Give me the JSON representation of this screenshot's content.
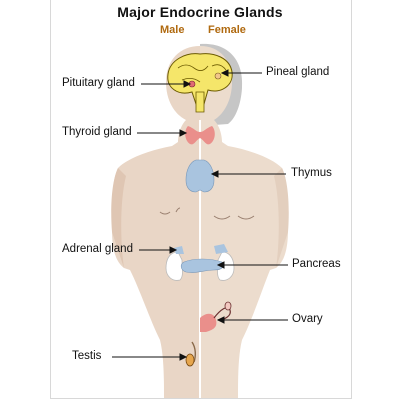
{
  "title": "Major Endocrine Glands",
  "sexes": {
    "male": "Male",
    "female": "Female"
  },
  "labels": {
    "pituitary": "Pituitary gland",
    "thyroid": "Thyroid gland",
    "adrenal": "Adrenal gland",
    "testis": "Testis",
    "pineal": "Pineal gland",
    "thymus": "Thymus",
    "pancreas": "Pancreas",
    "ovary": "Ovary"
  },
  "colors": {
    "skin_male": "#e9d6c6",
    "skin_female": "#ecdccd",
    "hair": "#c6c6c6",
    "brain": "#f5e66a",
    "thyroid": "#ea8f8b",
    "gland_blue": "#a9c4df",
    "kidney": "#ffffff",
    "title_sex": "#b06a10"
  }
}
